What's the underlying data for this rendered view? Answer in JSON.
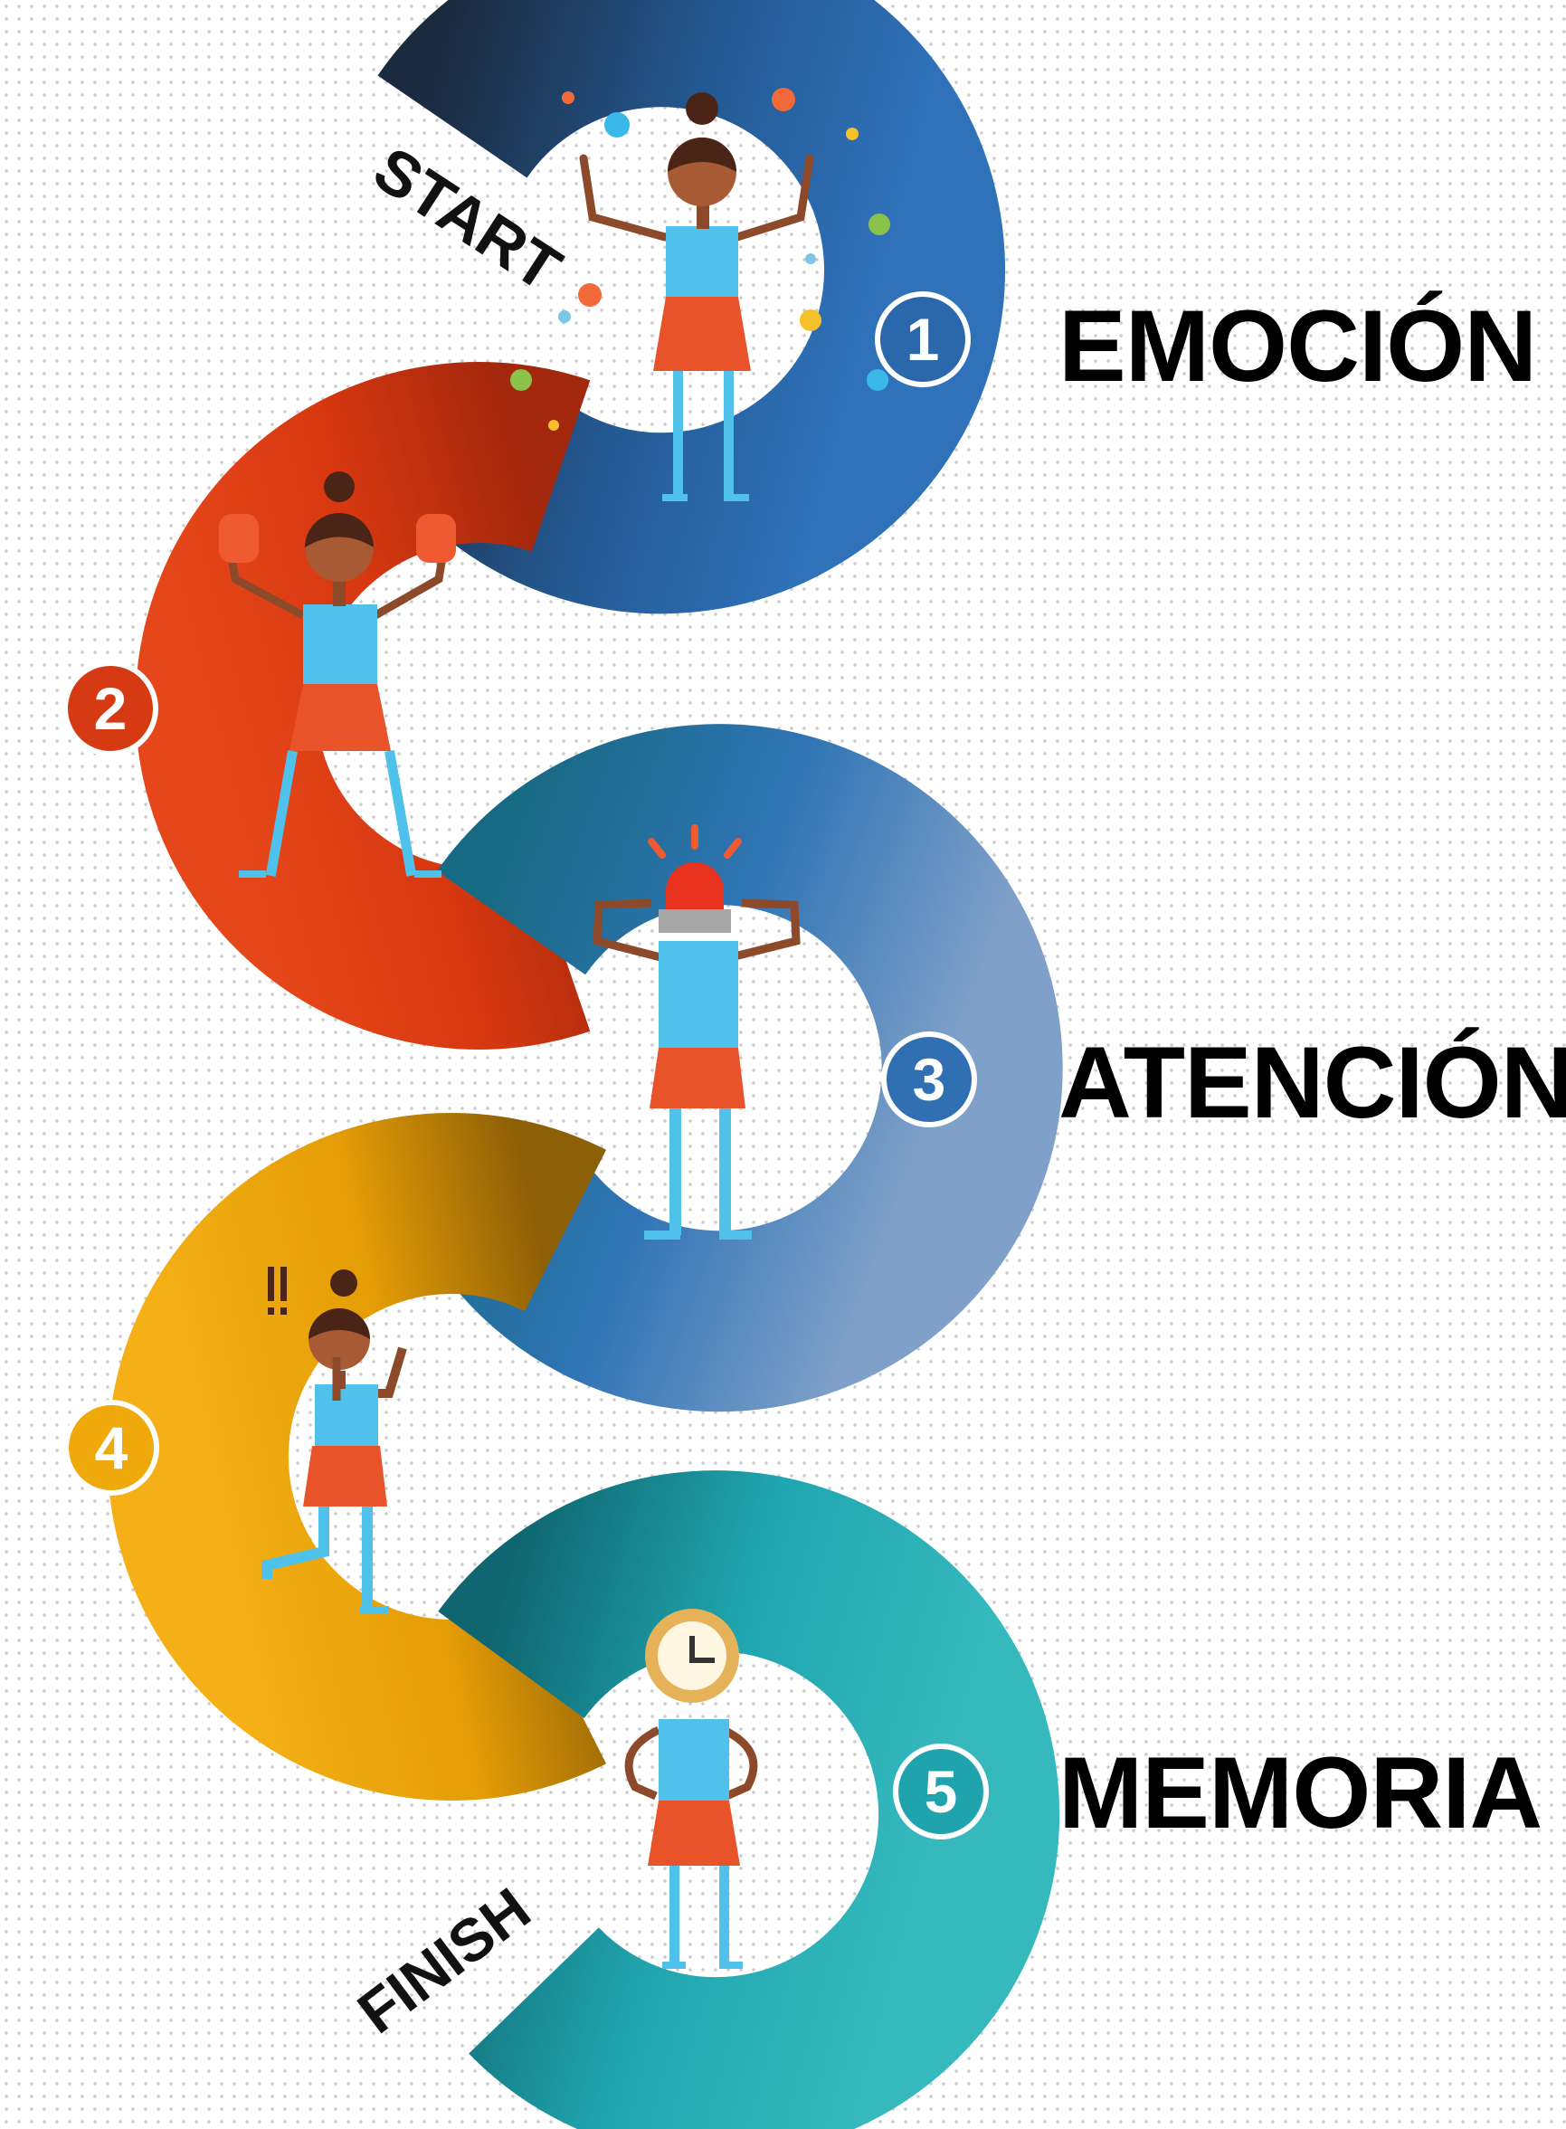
{
  "path_labels": {
    "start": "START",
    "finish": "FINISH"
  },
  "steps": [
    {
      "number": "1",
      "title": "EMOCIÓN",
      "color_dark": "#1b2d45",
      "color_light": "#2c6fb7",
      "figure": "cheering-person-icon"
    },
    {
      "number": "2",
      "title": "",
      "color_dark": "#a8280c",
      "color_light": "#e23f12",
      "figure": "boxing-person-icon"
    },
    {
      "number": "3",
      "title": "ATENCIÓN",
      "color_dark": "#185f7e",
      "color_light": "#6c91c2",
      "figure": "alarm-person-icon"
    },
    {
      "number": "4",
      "title": "",
      "color_dark": "#9a6a06",
      "color_light": "#f0a90a",
      "figure": "startled-person-icon"
    },
    {
      "number": "5",
      "title": "MEMORIA",
      "color_dark": "#136d78",
      "color_light": "#22b0b8",
      "figure": "clock-person-icon"
    }
  ]
}
